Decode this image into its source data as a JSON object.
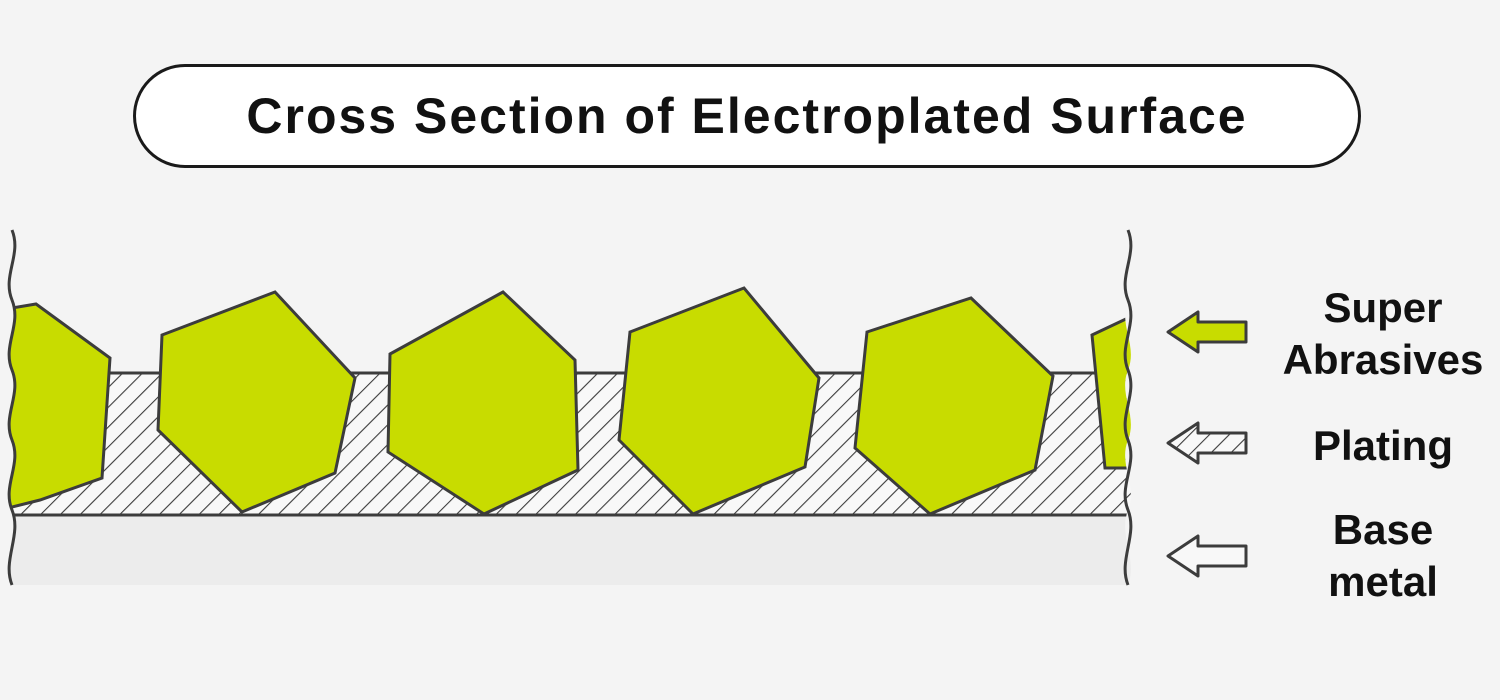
{
  "title": "Cross Section of Electroplated Surface",
  "legend": {
    "super_abrasives": [
      "Super",
      "Abrasives"
    ],
    "plating": "Plating",
    "base_metal": [
      "Base",
      "metal"
    ]
  },
  "colors": {
    "background": "#f4f4f4",
    "abrasive_fill": "#c8dc00",
    "outline": "#3c3c3c",
    "base_metal_fill": "#ececec",
    "plating_hatch": "#3c3c3c",
    "plating_fill": "#f8f8f8"
  }
}
